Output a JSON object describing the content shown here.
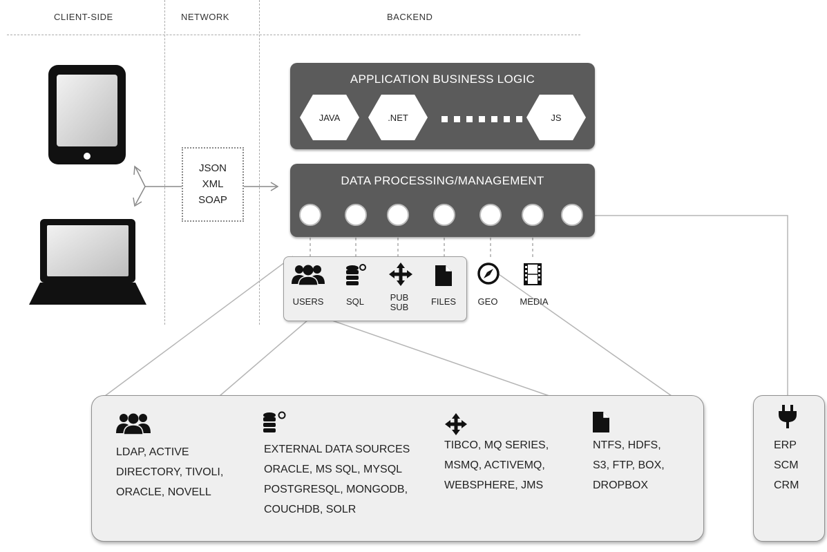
{
  "columns": {
    "client": "CLIENT-SIDE",
    "network": "NETWORK",
    "backend": "BACKEND"
  },
  "formats": [
    "JSON",
    "XML",
    "SOAP"
  ],
  "business_logic": {
    "title": "APPLICATION BUSINESS LOGIC",
    "languages": [
      "JAVA",
      ".NET",
      "JS"
    ]
  },
  "data_processing": {
    "title": "DATA PROCESSING/MANAGEMENT"
  },
  "sources": [
    {
      "label": "USERS",
      "icon": "users-icon"
    },
    {
      "label": "SQL",
      "icon": "database-icon"
    },
    {
      "label": "PUB\nSUB",
      "icon": "move-arrows-icon"
    },
    {
      "label": "FILES",
      "icon": "file-icon"
    },
    {
      "label": "GEO",
      "icon": "compass-icon"
    },
    {
      "label": "MEDIA",
      "icon": "film-icon"
    }
  ],
  "details": {
    "users": "LDAP,  ACTIVE\nDIRECTORY, TIVOLI,\nORACLE, NOVELL",
    "sql": "EXTERNAL DATA SOURCES\nORACLE, MS SQL, MYSQL\nPOSTGRESQL, MONGODB,\nCOUCHDB, SOLR",
    "pubsub": "TIBCO, MQ SERIES,\nMSMQ, ACTIVEMQ,\nWEBSPHERE, JMS",
    "files": "NTFS, HDFS,\nS3, FTP, BOX,\nDROPBOX"
  },
  "enterprise": {
    "icon": "plug-icon",
    "items": [
      "ERP",
      "SCM",
      "CRM"
    ]
  },
  "colors": {
    "panel": "#5b5b5b",
    "box": "#efefef"
  }
}
